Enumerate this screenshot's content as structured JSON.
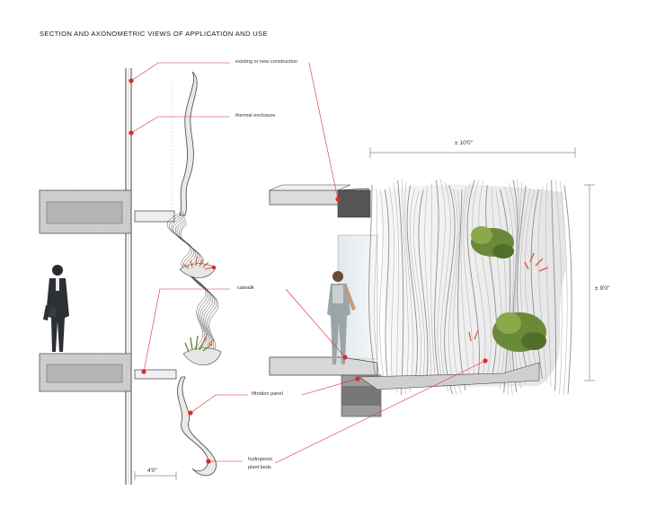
{
  "title": "SECTION AND AXONOMETRIC VIEWS OF APPLICATION AND USE",
  "callouts": {
    "existing_construction": "existing or new construction",
    "thermal_enclosure": "thermal enclosure",
    "catwalk": "catwalk",
    "filtration_panel": "filtration panel",
    "hydroponic_line1": "hydroponic",
    "hydroponic_line2": "plant beds"
  },
  "dimensions": {
    "section_depth": "4'0\"",
    "axon_width": "± 10'0\"",
    "axon_height": "± 9'0\""
  },
  "colors": {
    "callout_line": "#e0282b",
    "callout_dot": "#e0282b",
    "concrete": "#d2d2d2",
    "fins": "#e2e2e2",
    "plants": "#5a7a32",
    "flowers": "#d85a3a"
  }
}
